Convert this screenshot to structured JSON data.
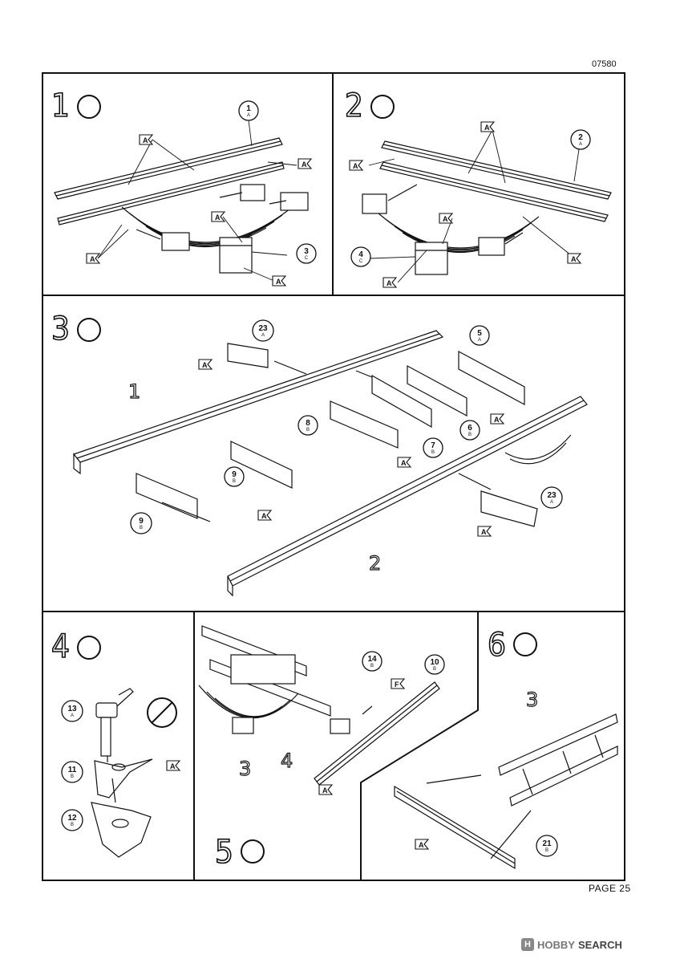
{
  "header": {
    "code": "07580"
  },
  "footer": {
    "page": "PAGE 25"
  },
  "watermark": {
    "badge": "H",
    "brand": "HOBBY",
    "search": "SEARCH"
  },
  "steps": [
    {
      "number": "1",
      "parts": [
        {
          "no": "1",
          "sprue": "A"
        },
        {
          "no": "3",
          "sprue": "C"
        }
      ],
      "markers": [
        "A",
        "A",
        "A",
        "A",
        "A"
      ]
    },
    {
      "number": "2",
      "parts": [
        {
          "no": "2",
          "sprue": "A"
        },
        {
          "no": "4",
          "sprue": "C"
        }
      ],
      "markers": [
        "A",
        "A",
        "A",
        "A",
        "A"
      ]
    },
    {
      "number": "3",
      "parts": [
        {
          "no": "23",
          "sprue": "A"
        },
        {
          "no": "5",
          "sprue": "A"
        },
        {
          "no": "8",
          "sprue": "B"
        },
        {
          "no": "6",
          "sprue": "B"
        },
        {
          "no": "7",
          "sprue": "B"
        },
        {
          "no": "9",
          "sprue": "B"
        },
        {
          "no": "9",
          "sprue": "B"
        },
        {
          "no": "23",
          "sprue": "A"
        }
      ],
      "labels": [
        "1",
        "2"
      ],
      "markers": [
        "A",
        "A",
        "A",
        "A",
        "A"
      ]
    },
    {
      "number": "4",
      "parts": [
        {
          "no": "13",
          "sprue": "A"
        },
        {
          "no": "11",
          "sprue": "B"
        },
        {
          "no": "12",
          "sprue": "B"
        }
      ],
      "markers": [
        "A"
      ]
    },
    {
      "number": "5",
      "parts": [
        {
          "no": "14",
          "sprue": "B"
        },
        {
          "no": "10",
          "sprue": "B"
        }
      ],
      "labels": [
        "3",
        "4"
      ],
      "markers": [
        "F",
        "A"
      ]
    },
    {
      "number": "6",
      "parts": [
        {
          "no": "21",
          "sprue": "B"
        }
      ],
      "labels": [
        "3"
      ],
      "markers": [
        "A"
      ]
    }
  ]
}
